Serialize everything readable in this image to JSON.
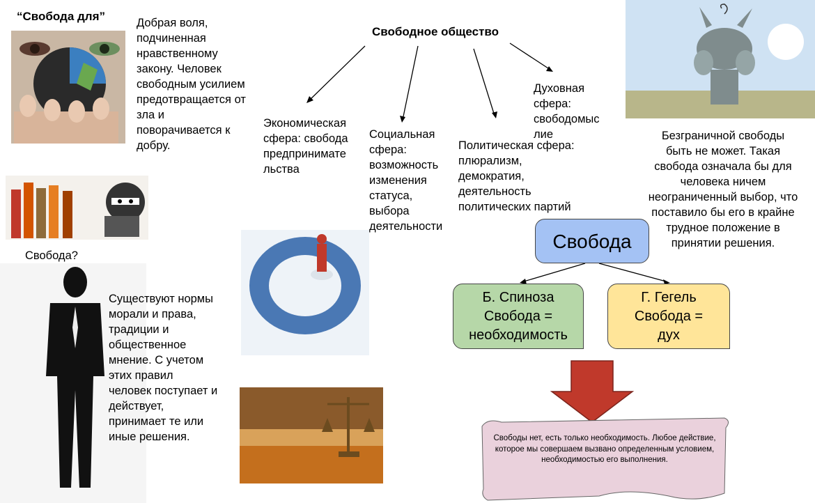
{
  "top_title": "Свободное общество",
  "quote_title": "“Свобода для”",
  "good_will": [
    "Добрая воля,",
    "подчиненная",
    "нравственному",
    "закону. Человек",
    "свободным усилием",
    "предотвращается от",
    "зла и",
    "поворачивается к",
    "добру."
  ],
  "spheres": {
    "economic": [
      "Экономическая",
      "сфера: свобода",
      "предпринимате",
      "льства"
    ],
    "social": [
      "Социальная",
      "сфера:",
      "возможность",
      "изменения",
      "статуса,",
      "выбора",
      "деятельности"
    ],
    "political": [
      "Политическая сфера:",
      "плюрализм,",
      "демократия,",
      "деятельность",
      "политических партий"
    ],
    "spiritual": [
      "Духовная",
      "сфера:",
      "свободомыс",
      "лие"
    ]
  },
  "unlimited": [
    "Безграничной свободы",
    "быть не может. Такая",
    "свобода означала бы для",
    "человека ничем",
    "неограниченный выбор, что",
    "поставило бы его в крайне",
    "трудное положение в",
    "принятии решения."
  ],
  "freedom_question": "Свобода?",
  "norms": [
    "Существуют нормы",
    "морали и права,",
    "традиции и",
    "общественное",
    "мнение. С учетом",
    "этих правил",
    "человек поступает и",
    "действует,",
    "принимает те или",
    "иные решения."
  ],
  "concept": {
    "center": "Свобода",
    "spinoza": [
      "Б. Спиноза",
      "Свобода =",
      "необходимость"
    ],
    "hegel": [
      "Г. Гегель",
      "Свобода =",
      "дух"
    ]
  },
  "conclusion": "Свободы нет, есть только необходимость. Любое действие, которое мы совершаем вызвано определенным условием, необходимостью его выполнения.",
  "colors": {
    "freedom_box": "#a4c2f4",
    "spinoza_box": "#b6d7a8",
    "hegel_box": "#ffe599",
    "arrow_red": "#c0392b",
    "scroll_pink": "#ead1dc"
  }
}
